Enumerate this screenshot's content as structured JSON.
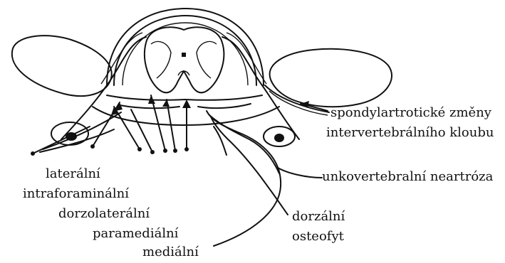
{
  "figure": {
    "labels": {
      "lateral": "laterální",
      "intraforaminal": "intraforaminální",
      "dorsolateral": "dorzolaterální",
      "paramedial": "paramediální",
      "medial": "mediální",
      "spondylarthrotic_line1": "spondylartrotické změny",
      "spondylarthrotic_line2": "intervertebrálního kloubu",
      "uncovertebral": "unkovertebralní neartróza",
      "dorsal_line1": "dorzální",
      "dorsal_line2": "osteofyt"
    }
  }
}
